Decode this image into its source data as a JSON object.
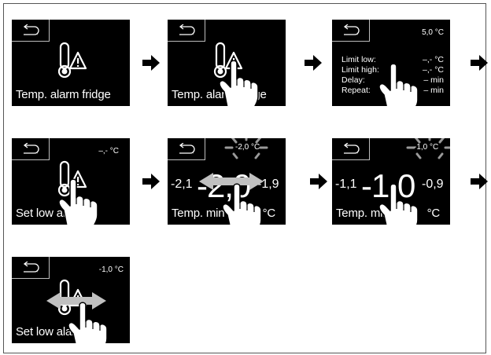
{
  "screens": {
    "s1": {
      "label": "Temp. alarm fridge"
    },
    "s2": {
      "label": "Temp. alarm fridge"
    },
    "s3": {
      "temp": "5,0 °C",
      "rows": [
        {
          "label": "Limit low:",
          "value": "–,- °C"
        },
        {
          "label": "Limit high:",
          "value": "–,- °C"
        },
        {
          "label": "Delay:",
          "value": "– min"
        },
        {
          "label": "Repeat:",
          "value": "– min"
        }
      ]
    },
    "s4": {
      "temp": "–,- °C",
      "label": "Set low alarm"
    },
    "s5": {
      "temp": "-2,0 °C",
      "left": "-2,1",
      "big": "-2,0",
      "right": "-1,9",
      "label": "Temp. min",
      "unit": "°C"
    },
    "s6": {
      "temp": "-1,0 °C",
      "left": "-1,1",
      "big": "-1,0",
      "right": "-0,9",
      "label": "Temp. min",
      "unit": "°C"
    },
    "s7": {
      "temp": "-1,0 °C",
      "label": "Set low alarm"
    }
  },
  "icons": {
    "back": "back-arrow-icon",
    "alarm": "thermometer-alarm-icon",
    "hand": "finger-tap-icon",
    "swipe": "swipe-left-right-icon",
    "blink": "blinking-rays-icon",
    "next": "next-step-arrow-icon"
  }
}
